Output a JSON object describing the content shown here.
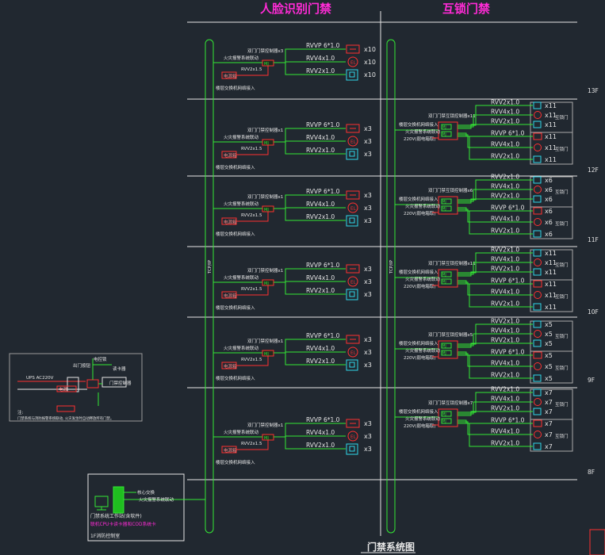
{
  "titles": {
    "left": "人脸识别门禁",
    "right": "互锁门禁",
    "bottom": "门禁系统图"
  },
  "floors": [
    "13F",
    "12F",
    "11F",
    "10F",
    "9F",
    "8F"
  ],
  "riser_label": "TCP/IP",
  "left_floors": [
    {
      "ctrl_label": "双门门禁控制器x3",
      "count": "x10"
    },
    {
      "ctrl_label": "双门门禁控制器x1",
      "count": "x3"
    },
    {
      "ctrl_label": "双门门禁控制器x1",
      "count": "x3"
    },
    {
      "ctrl_label": "双门门禁控制器x1",
      "count": "x3"
    },
    {
      "ctrl_label": "双门门禁控制器x1",
      "count": "x3"
    },
    {
      "ctrl_label": "双门门禁控制器x1",
      "count": "x3"
    }
  ],
  "left_cables": [
    "RVVP 6*1.0",
    "RVV4x1.0",
    "RVV2x1.0"
  ],
  "left_common": {
    "fire_link": "火灾报警系统联动",
    "power_cable": "RVV2x1.5",
    "power": "电源箱",
    "net_in": "楼层交换机网络接入",
    "ctrl": "MJ"
  },
  "right_floors": [
    {
      "ctrl_label": "双门门禁互锁控制器x11",
      "count": "x11"
    },
    {
      "ctrl_label": "双门门禁互锁控制器x6",
      "count": "x6"
    },
    {
      "ctrl_label": "双门门禁互锁控制器x11",
      "count": "x11"
    },
    {
      "ctrl_label": "双门门禁互锁控制器x5",
      "count": "x5"
    },
    {
      "ctrl_label": "双门门禁互锁控制器x7",
      "count": "x7"
    }
  ],
  "right_cables": [
    "RVV2x1.0",
    "RVV4x1.0",
    "RVV2x1.0",
    "RVVP 6*1.0",
    "RVV4x1.0",
    "RVV2x1.0"
  ],
  "right_common": {
    "net_in": "楼层交换机网络接入",
    "fire_link": "火灾报警系统联动",
    "power": "220V(弱电箱取)",
    "door_label": "互锁门",
    "ctrl": "MJ"
  },
  "control_room": {
    "workstation": "门禁系统工作站(含软件)",
    "cpu": "联机CPU卡读卡器和COD系统卡",
    "switch": "核心交换",
    "room": "1F消防控制室",
    "link": "火灾报警系统联动"
  },
  "legend": {
    "ups": "UPS AC220V",
    "items": [
      "出门按钮",
      "电控锁",
      "读卡器",
      "门禁控制器",
      "电源"
    ],
    "note_title": "注:",
    "note": "门禁系统与消防报警系统联动, 火灾发生时自动释放所有门禁。"
  },
  "colors": {
    "bg": "#212830",
    "green": "#34e834",
    "red": "#ff3030",
    "white": "#e6e6e6",
    "cyan": "#2fd7ea",
    "magenta": "#ff2bd6"
  }
}
